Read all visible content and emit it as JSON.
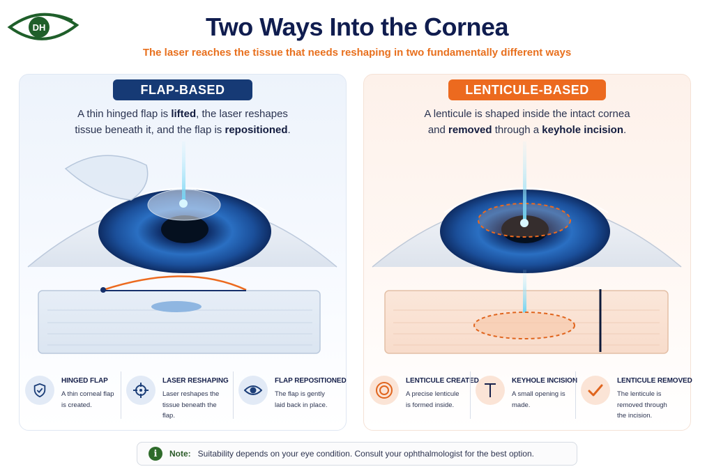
{
  "logo": {
    "text": "DH",
    "icon": "eye-logo-icon"
  },
  "title": "Two Ways Into the Cornea",
  "subtitle": "The laser reaches the tissue that needs reshaping in two fundamentally different ways",
  "panels": {
    "flap": {
      "badge": "FLAP-BASED",
      "desc": {
        "l1_a": "A thin hinged flap is ",
        "l1_b": "lifted",
        "l1_c": ", the laser reshapes",
        "l2_a": "tissue beneath it, and the flap is ",
        "l2_b": "repositioned",
        "l2_c": "."
      },
      "steps": [
        {
          "icon": "shield-check-icon",
          "title": "HINGED FLAP",
          "l1": "A thin corneal flap",
          "l2": "is created.",
          "l3": ""
        },
        {
          "icon": "crosshair-icon",
          "title": "LASER RESHAPING",
          "l1": "Laser reshapes the",
          "l2": "tissue beneath the flap.",
          "l3": ""
        },
        {
          "icon": "eye-icon",
          "title": "FLAP REPOSITIONED",
          "l1": "The flap is gently",
          "l2": "laid back in place.",
          "l3": ""
        }
      ]
    },
    "lenticule": {
      "badge": "LENTICULE-BASED",
      "desc": {
        "l1": "A lenticule is shaped inside the intact cornea",
        "l2_a": "and ",
        "l2_b": "removed",
        "l2_c": " through a ",
        "l2_d": "keyhole incision",
        "l2_e": "."
      },
      "steps": [
        {
          "icon": "concentric-circle-icon",
          "title": "LENTICULE CREATED",
          "l1": "A precise lenticule",
          "l2": "is formed inside.",
          "l3": ""
        },
        {
          "icon": "t-incision-icon",
          "title": "KEYHOLE INCISION",
          "l1": "A small opening is",
          "l2": "made.",
          "l3": ""
        },
        {
          "icon": "checkmark-icon",
          "title": "LENTICULE REMOVED",
          "l1": "The lenticule is",
          "l2": "removed through",
          "l3": "the incision."
        }
      ]
    }
  },
  "note": {
    "label": "Note:",
    "text": "Suitability depends on your eye condition. Consult your ophthalmologist for the best option."
  },
  "colors": {
    "navy": "#163a75",
    "orange": "#ec6a1f",
    "laser": "#6fd3f2",
    "iris": "#1d5aa8",
    "note_green": "#2e6b2a"
  }
}
